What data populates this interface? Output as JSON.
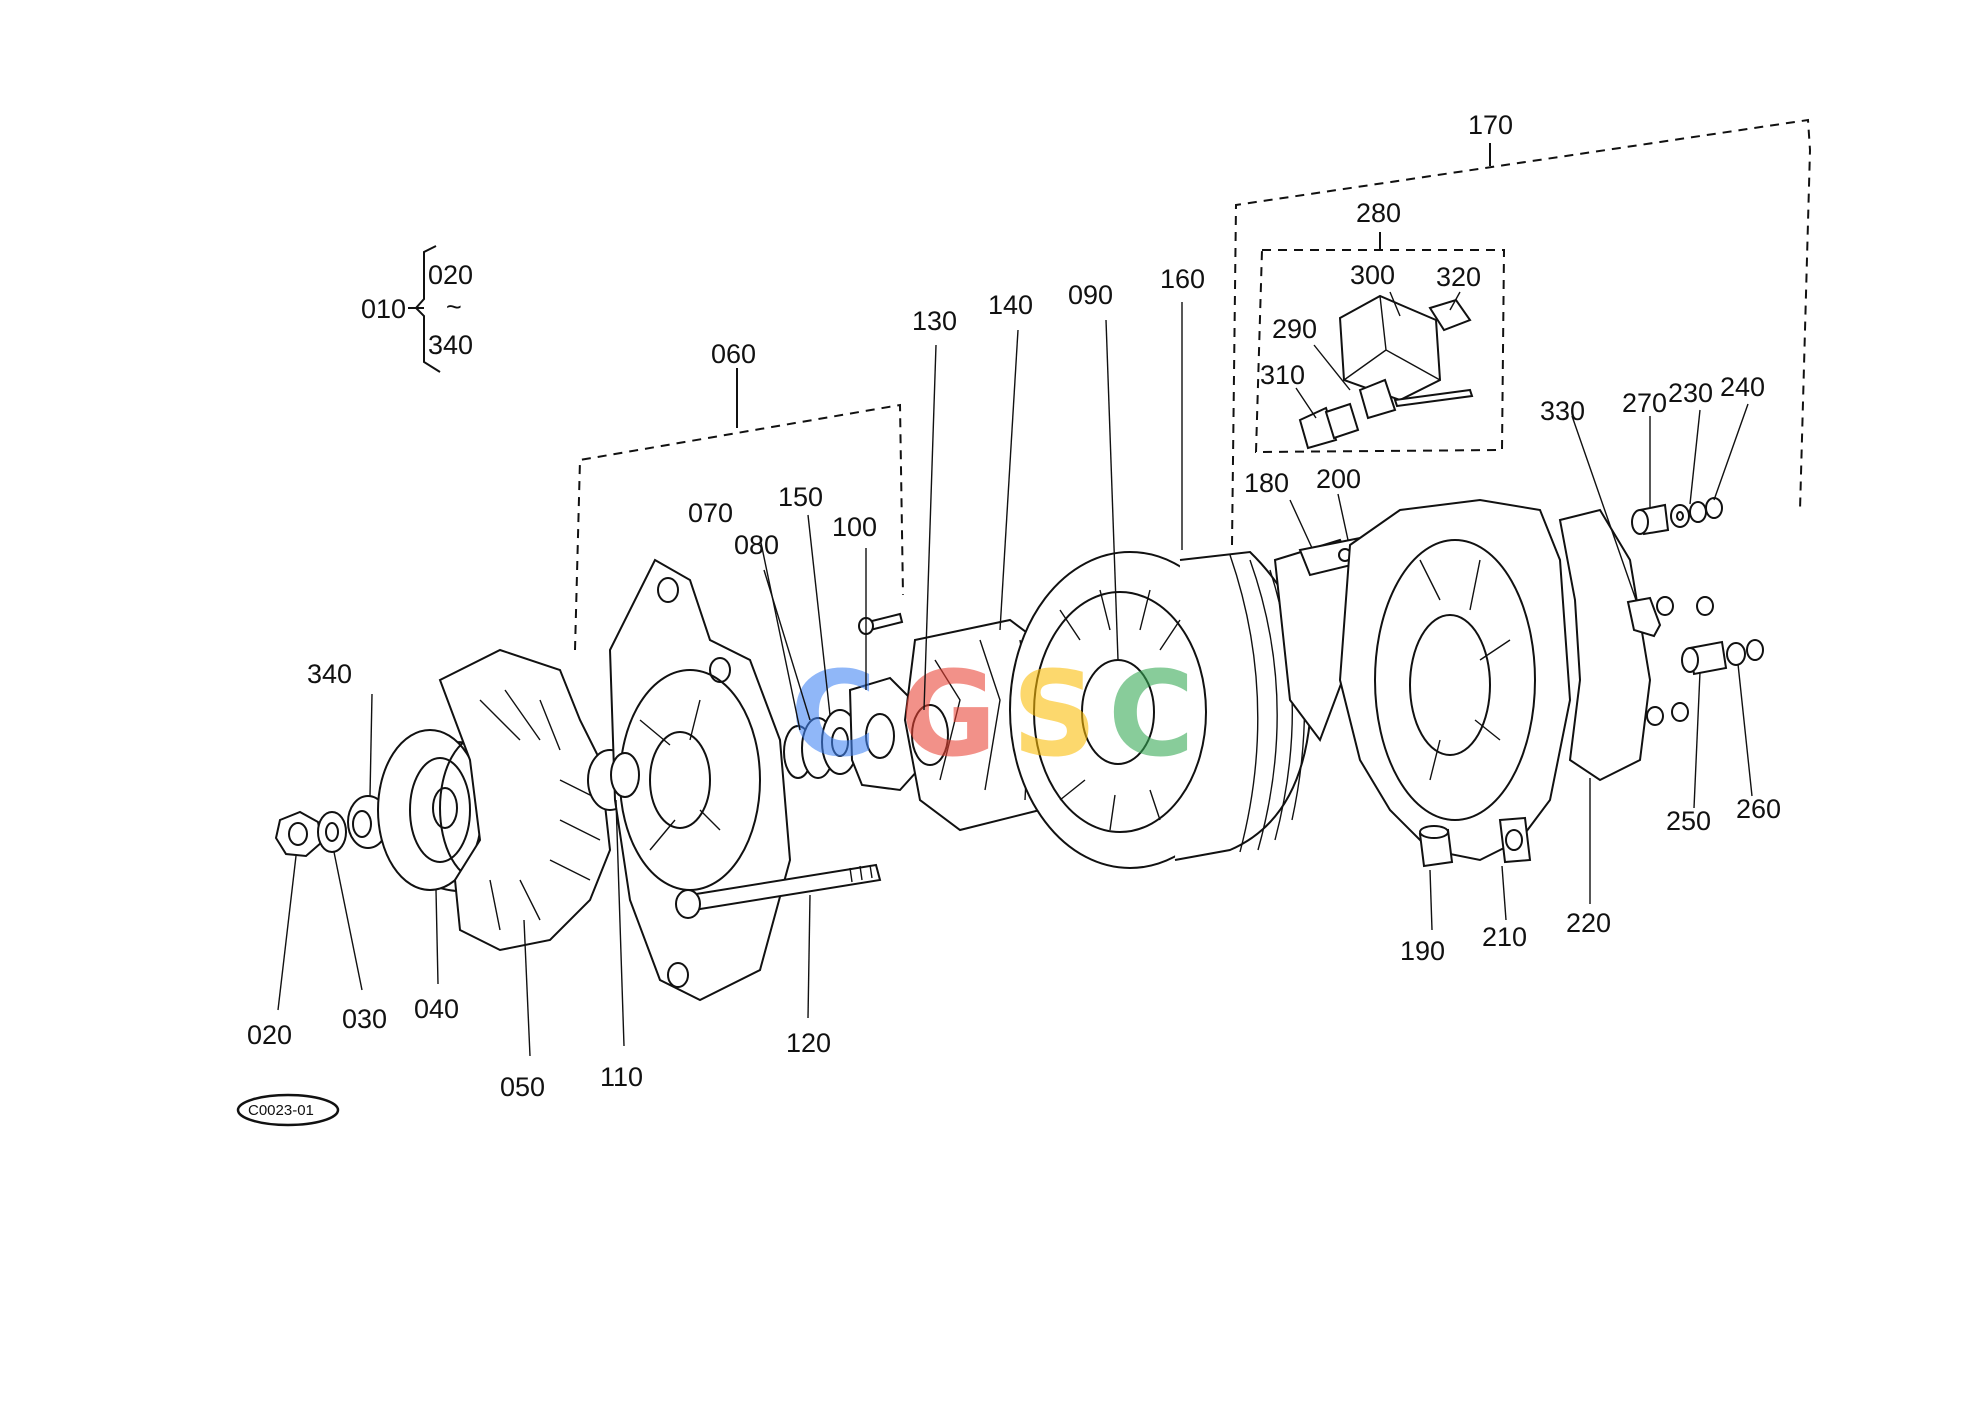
{
  "diagram": {
    "assembly_group": {
      "parent": "010",
      "range_start": "020",
      "range_tilde": "~",
      "range_end": "340"
    },
    "sub_assemblies": {
      "front_bracket": "060",
      "rear_bracket": "170",
      "brush_holder": "280"
    },
    "part_labels": {
      "p020": "020",
      "p030": "030",
      "p040": "040",
      "p050": "050",
      "p070": "070",
      "p080": "080",
      "p090": "090",
      "p100": "100",
      "p110": "110",
      "p120": "120",
      "p130": "130",
      "p140": "140",
      "p150": "150",
      "p160": "160",
      "p180": "180",
      "p190": "190",
      "p200": "200",
      "p210": "210",
      "p220": "220",
      "p230": "230",
      "p240": "240",
      "p250": "250",
      "p260": "260",
      "p270": "270",
      "p290": "290",
      "p300": "300",
      "p310": "310",
      "p320": "320",
      "p330": "330",
      "p340": "340"
    },
    "figure_code": "C0023-01",
    "watermark": {
      "letters": [
        "C",
        "G",
        "S",
        "C"
      ],
      "colors": [
        "#4285f4",
        "#ea4335",
        "#fbbc05",
        "#34a853"
      ]
    }
  }
}
